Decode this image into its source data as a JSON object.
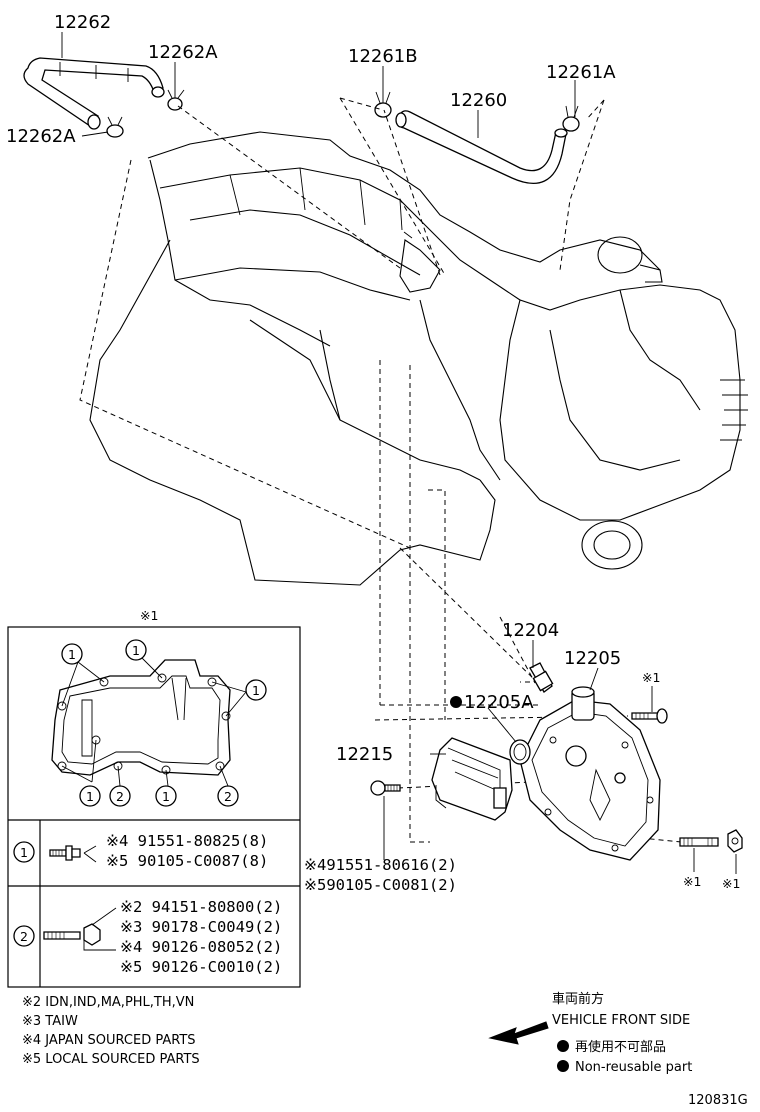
{
  "labels": {
    "p12262": "12262",
    "p12262A_top": "12262A",
    "p12262A_left": "12262A",
    "p12261B": "12261B",
    "p12260": "12260",
    "p12261A": "12261A",
    "p12204": "12204",
    "p12205": "12205",
    "p12205A": "12205A",
    "p12215": "12215",
    "ref_mark_cover_bolt": "※1",
    "ref_mark_stud": "※1",
    "ref_mark_nut": "※1",
    "inset_mark": "※1"
  },
  "callouts": {
    "side_bolt_line1": "※491551-80616(2)",
    "side_bolt_line2": "※590105-C0081(2)"
  },
  "inset": {
    "circle_labels": [
      "1",
      "1",
      "1",
      "1",
      "1",
      "2",
      "1",
      "2"
    ],
    "rows": [
      {
        "id": "1",
        "lines": [
          "※4 91551-80825(8)",
          "※5 90105-C0087(8)"
        ]
      },
      {
        "id": "2",
        "lines": [
          "※2 94151-80800(2)",
          "※3 90178-C0049(2)",
          "※4 90126-08052(2)",
          "※5 90126-C0010(2)"
        ]
      }
    ]
  },
  "notes": [
    "※2 IDN,IND,MA,PHL,TH,VN",
    "※3 TAIW",
    "※4 JAPAN SOURCED PARTS",
    "※5 LOCAL SOURCED PARTS"
  ],
  "legend": {
    "front_jp": "車両前方",
    "front_en": "VEHICLE FRONT SIDE",
    "nonreuse_jp": "再使用不可部品",
    "nonreuse_en": "Non-reusable part"
  },
  "figure_id": "120831G"
}
